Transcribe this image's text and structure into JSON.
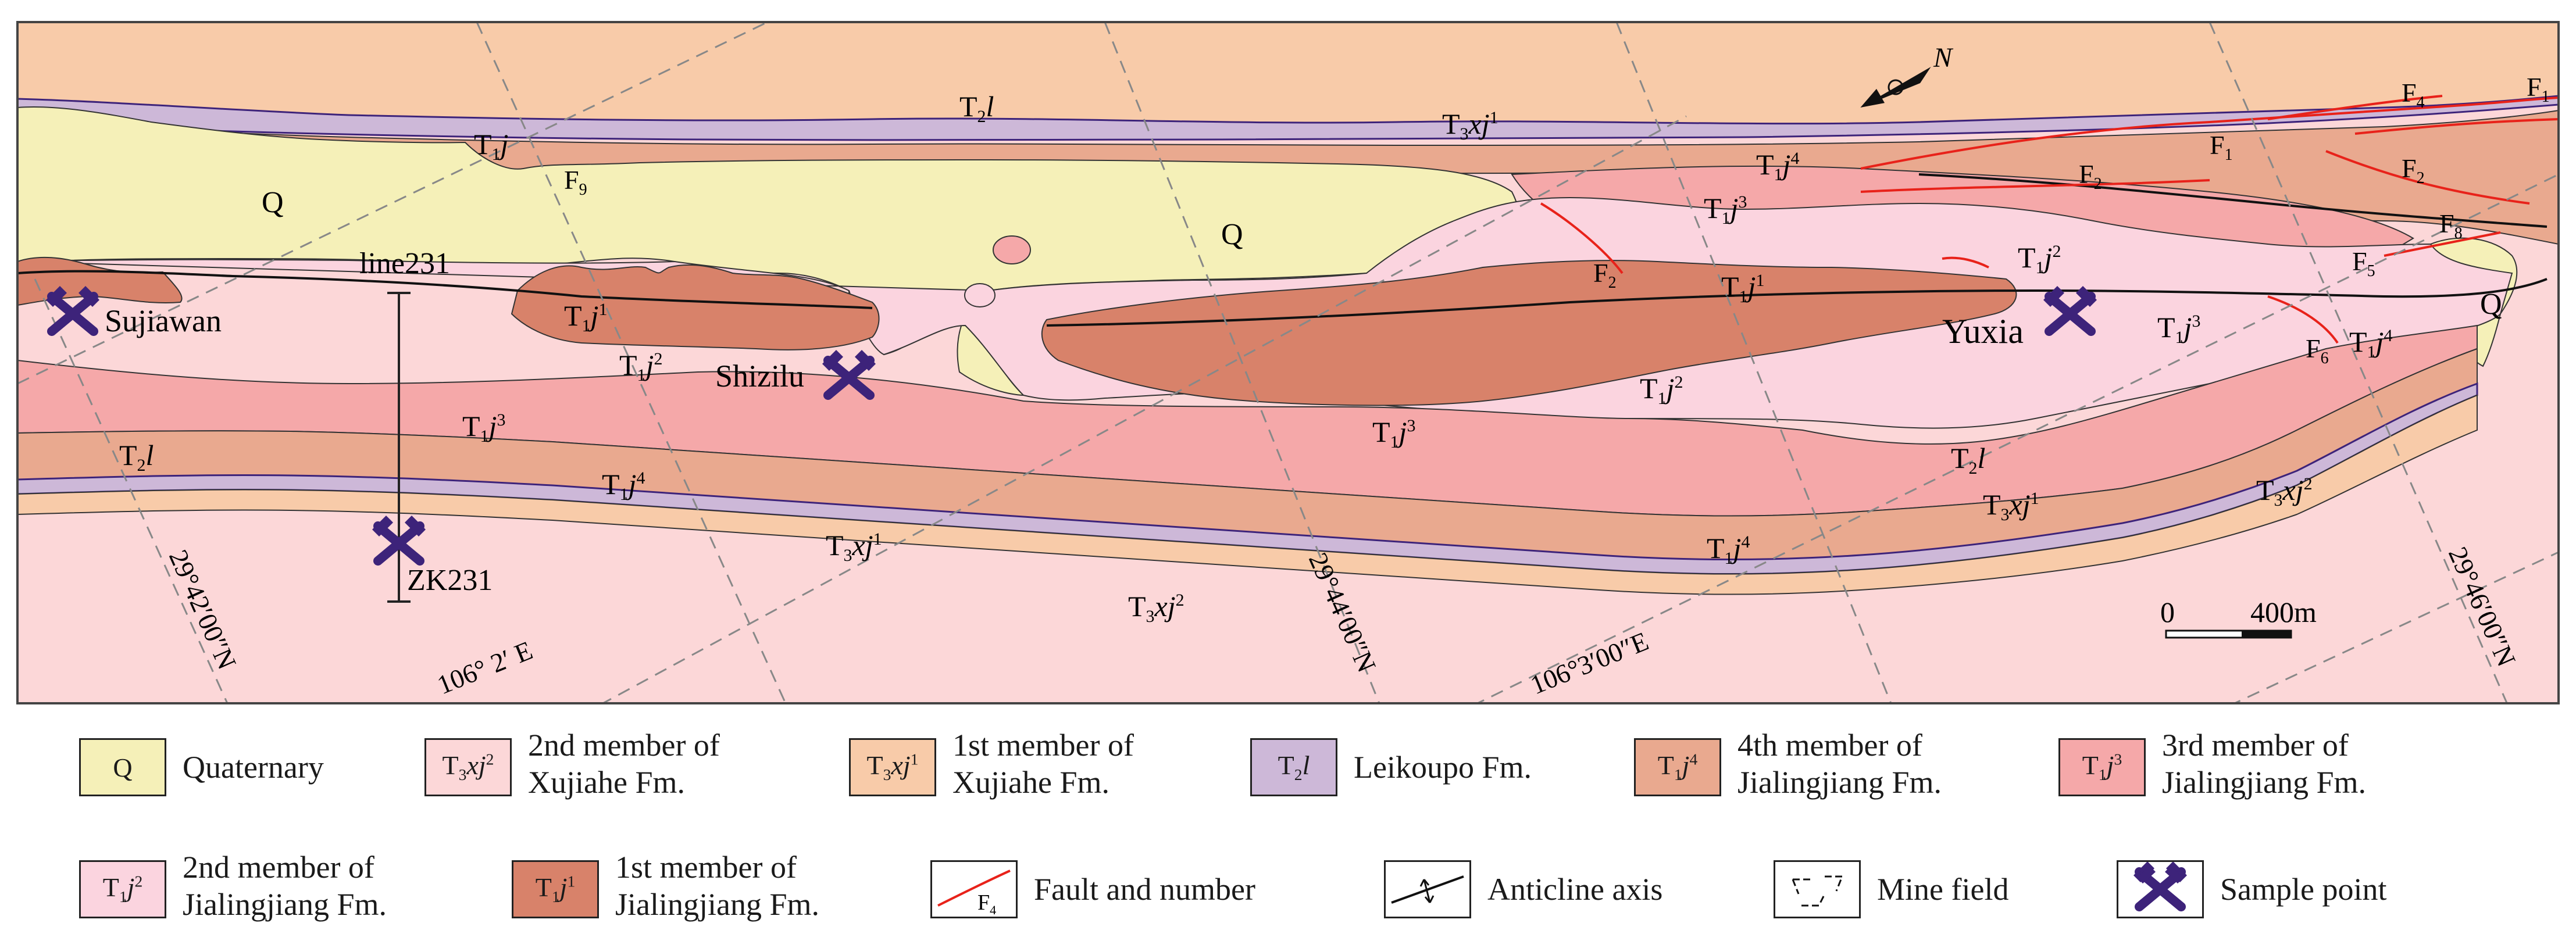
{
  "map": {
    "north_label": "N",
    "scale": {
      "zero": "0",
      "distance": "400m"
    },
    "coords": {
      "lat1": "29°42′00″N",
      "lat2": "29°44′00″N",
      "lat3": "29°46′00″N",
      "lon1": "106° 2′ E",
      "lon2": "106°3′00″E"
    },
    "places": {
      "sujiawan": "Sujiawan",
      "shizilu": "Shizilu",
      "yuxia": "Yuxia",
      "line231": "line231",
      "zk231": "ZK231"
    },
    "unit_labels": {
      "q": "Q",
      "t2l": "T",
      "t3xj": "T",
      "t1j": "T"
    },
    "faults": [
      "F1",
      "F2",
      "F4",
      "F5",
      "F6",
      "F8",
      "F9"
    ],
    "colors": {
      "Q": "#f5f0b8",
      "T3xj2": "#fcd7d8",
      "T3xj1": "#f8cba9",
      "T2l": "#cdb8d8",
      "T1j4": "#e9a98f",
      "T1j3": "#f5a8a9",
      "T1j2": "#fbd4df",
      "T1j1": "#d8826a",
      "fault": "#e8221a",
      "sample": "#3d237a"
    }
  },
  "legend": {
    "items": [
      {
        "symbol": "Q",
        "label": "Quaternary"
      },
      {
        "symbol": "T3xj2",
        "label_line1": "2nd member of",
        "label_line2": "Xujiahe Fm."
      },
      {
        "symbol": "T3xj1",
        "label_line1": "1st member of",
        "label_line2": "Xujiahe Fm."
      },
      {
        "symbol": "T2l",
        "label": "Leikoupo Fm."
      },
      {
        "symbol": "T1j4",
        "label_line1": "4th member of",
        "label_line2": "Jialingjiang Fm."
      },
      {
        "symbol": "T1j3",
        "label_line1": "3rd member of",
        "label_line2": "Jialingjiang Fm."
      },
      {
        "symbol": "T1j2",
        "label_line1": "2nd member of",
        "label_line2": "Jialingjiang Fm."
      },
      {
        "symbol": "T1j1",
        "label_line1": "1st member of",
        "label_line2": "Jialingjiang Fm."
      },
      {
        "symbol": "F4",
        "label": "Fault and number"
      },
      {
        "symbol": "anticline",
        "label": "Anticline axis"
      },
      {
        "symbol": "minefield",
        "label": "Mine field"
      },
      {
        "symbol": "sample",
        "label": "Sample point"
      }
    ]
  }
}
